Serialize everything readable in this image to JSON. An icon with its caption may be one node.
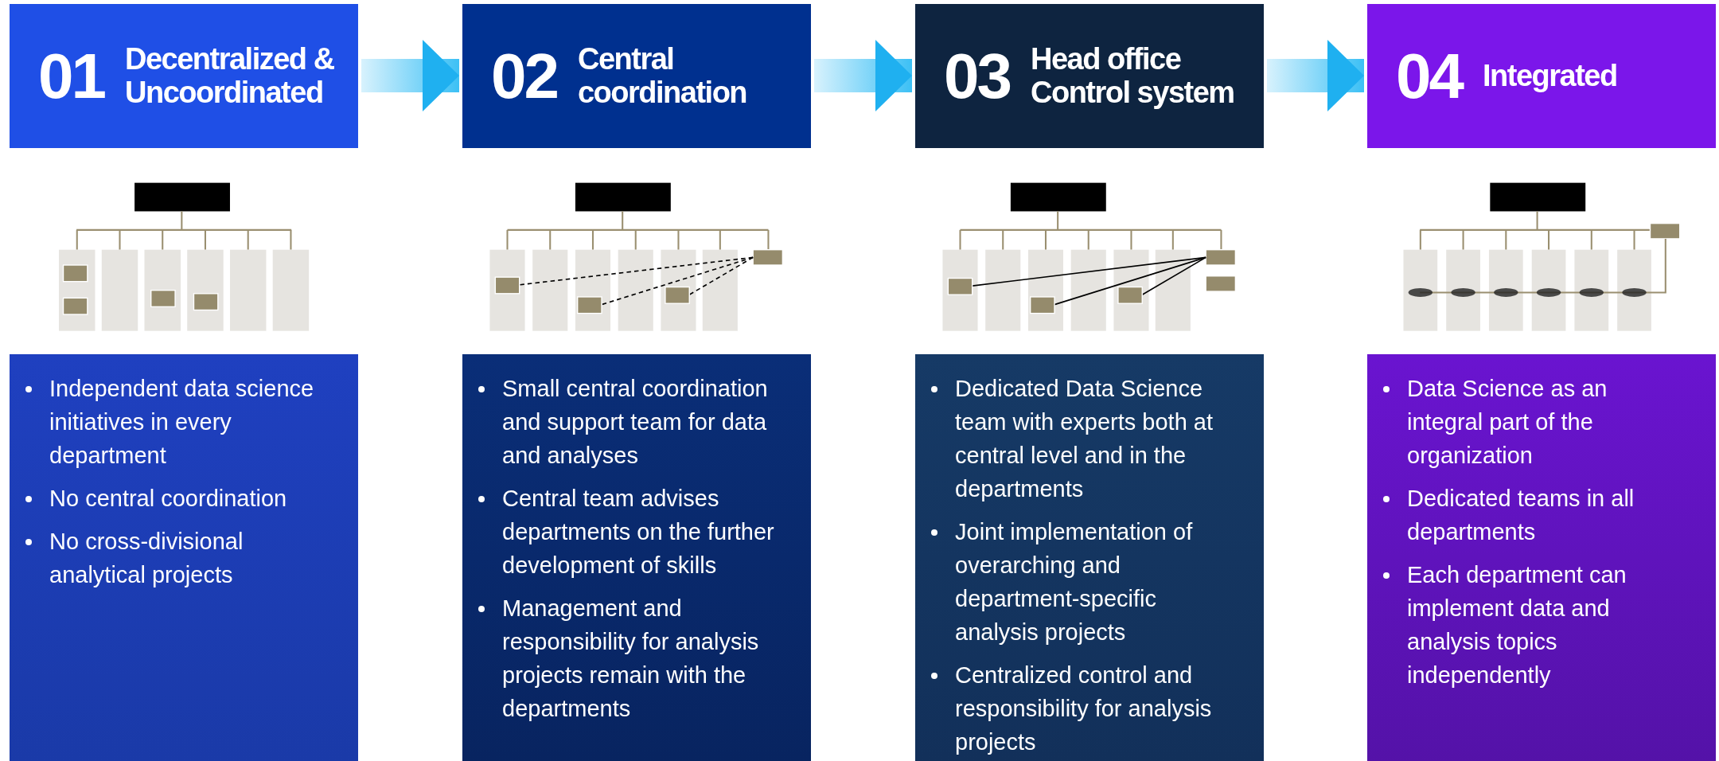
{
  "diagram": {
    "nodes": [
      {
        "text": [
          "01",
          "Decentralized & Uncoordinated"
        ]
      },
      {
        "text": [
          "02",
          "Central coordination"
        ]
      },
      {
        "text": [
          "03",
          "Head office Control system"
        ]
      },
      {
        "text": [
          "04",
          "Integrated"
        ]
      },
      {
        "text": [
          "Independent data science initiatives in every department",
          "No central coordination",
          "No cross-divisional analytical projects"
        ]
      },
      {
        "text": [
          "Small central coordination and support team for data and analyses",
          "Central team advises departments on the further development of skills",
          "Management and responsibility for analysis projects remain with the departments"
        ]
      },
      {
        "text": [
          "Dedicated Data Science team with experts both at central level and in the departments",
          "Joint implementation of overarching and department-specific analysis projects",
          "Centralized control and responsibility for analysis projects"
        ]
      },
      {
        "text": [
          "Data Science as an integral part of the organization",
          "Dedicated teams in all departments",
          "Each department can implement data and analysis topics independently"
        ]
      }
    ],
    "edges": [
      {
        "from": 0,
        "to": 1,
        "arrow": "to"
      },
      {
        "from": 1,
        "to": 2,
        "arrow": "to"
      },
      {
        "from": 2,
        "to": 3,
        "arrow": "to"
      }
    ]
  }
}
